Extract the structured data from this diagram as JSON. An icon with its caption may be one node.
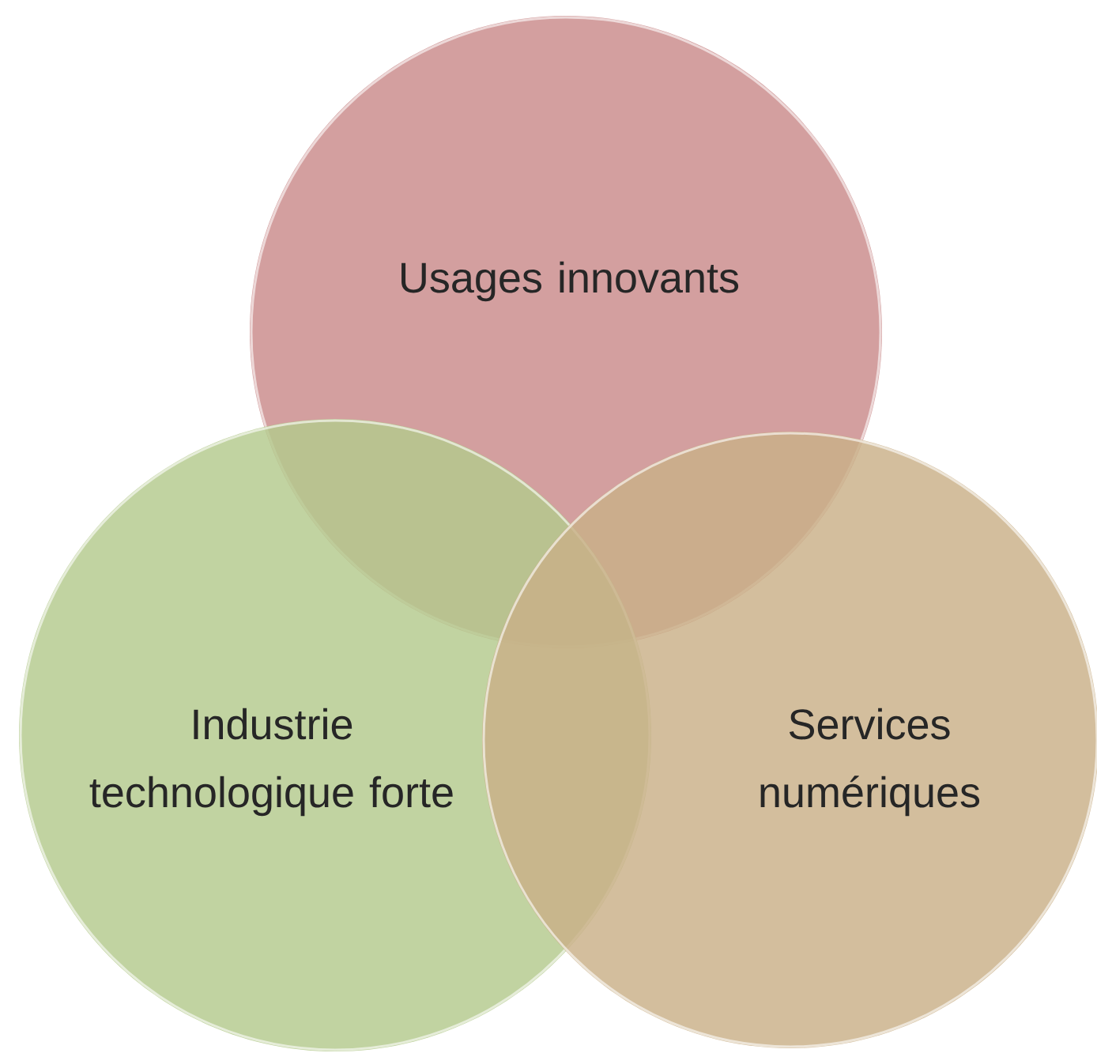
{
  "diagram": {
    "nodes": [
      {
        "text": [
          "Usages innovants"
        ]
      },
      {
        "text": [
          "Industrie technologique forte"
        ]
      },
      {
        "text": [
          "Services numériques"
        ]
      }
    ]
  }
}
